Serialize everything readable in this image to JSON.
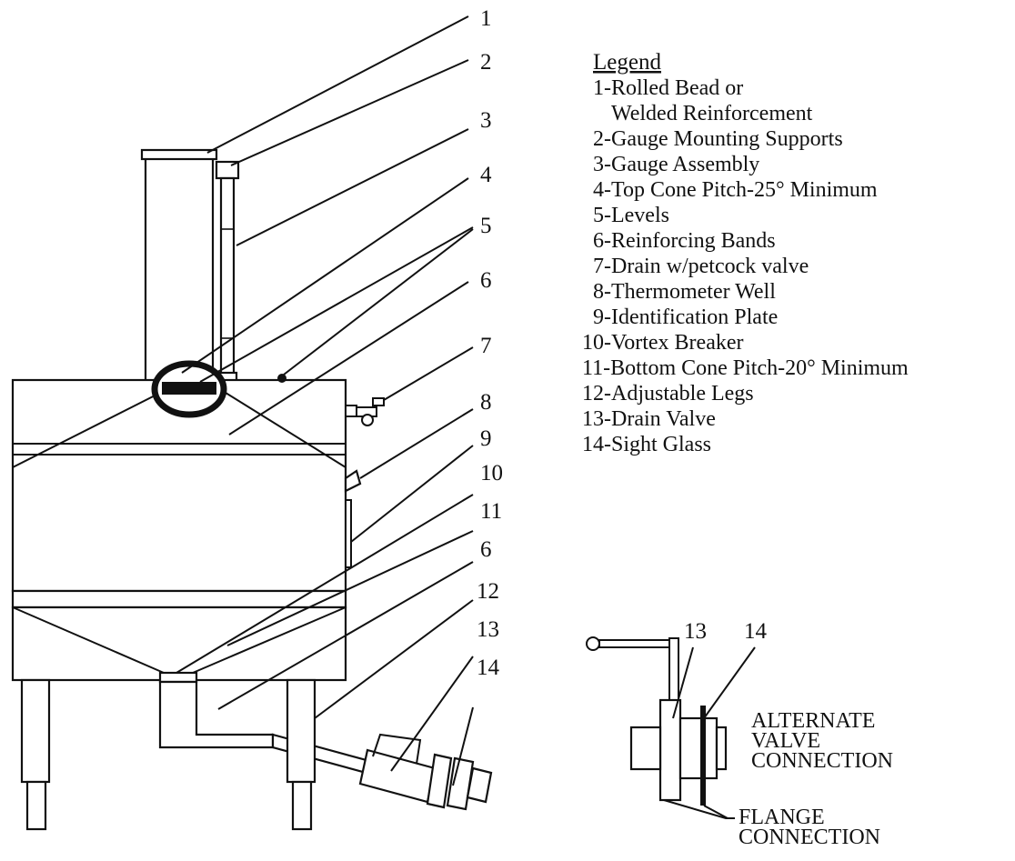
{
  "legend": {
    "title": "Legend",
    "items": [
      "1-Rolled Bead or",
      "Welded Reinforcement",
      "2-Gauge Mounting Supports",
      "3-Gauge Assembly",
      "4-Top Cone Pitch-25° Minimum",
      "5-Levels",
      "6-Reinforcing Bands",
      "7-Drain w/petcock valve",
      "8-Thermometer Well",
      "9-Identification Plate",
      "10-Vortex Breaker",
      "11-Bottom Cone Pitch-20° Minimum",
      "12-Adjustable Legs",
      "13-Drain  Valve",
      "14-Sight  Glass"
    ]
  },
  "callouts": [
    "1",
    "2",
    "3",
    "4",
    "5",
    "6",
    "7",
    "8",
    "9",
    "10",
    "11",
    "6",
    "12",
    "13",
    "14"
  ],
  "detail_callouts": [
    "13",
    "14"
  ],
  "captions": {
    "alternate_line1": "ALTERNATE",
    "alternate_line2": "VALVE",
    "alternate_line3": "CONNECTION",
    "flange_line1": "FLANGE",
    "flange_line2": "CONNECTION"
  }
}
